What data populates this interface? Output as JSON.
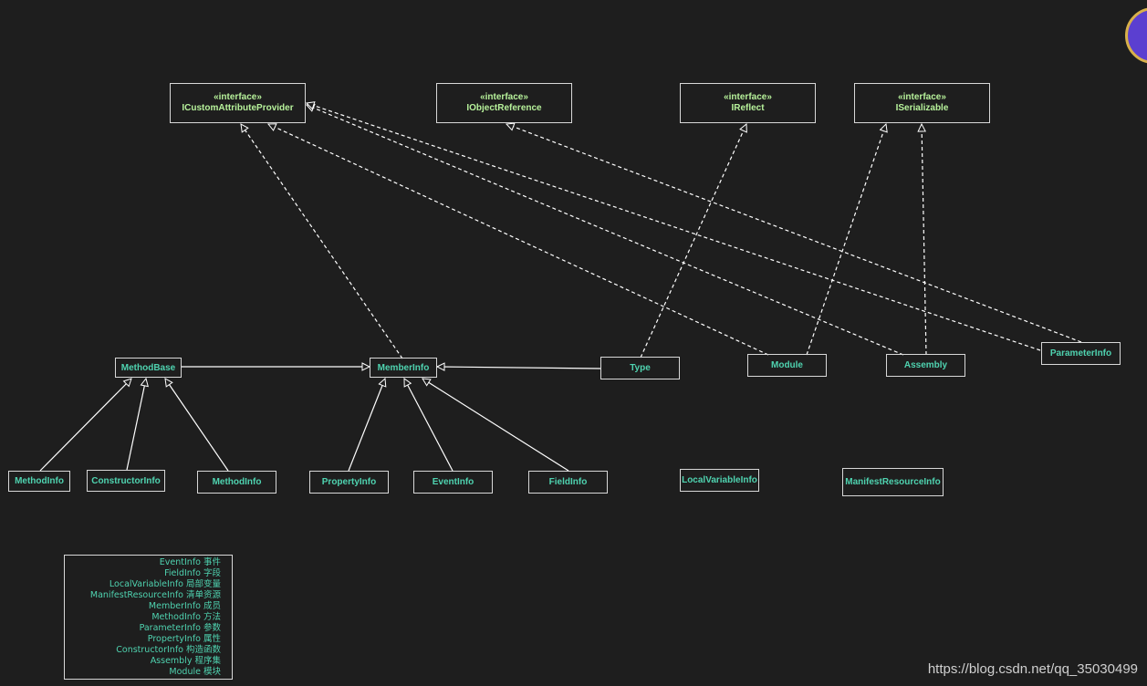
{
  "interfaces": {
    "stereotype": "«interface»",
    "icustom": "ICustomAttributeProvider",
    "iobject": "IObjectReference",
    "ireflect": "IReflect",
    "iserializable": "ISerializable"
  },
  "classes": {
    "methodbase": "MethodBase",
    "memberinfo": "MemberInfo",
    "type": "Type",
    "module": "Module",
    "assembly": "Assembly",
    "parameterinfo": "ParameterInfo",
    "methodinfo1": "MethodInfo",
    "constructorinfo": "ConstructorInfo",
    "methodinfo2": "MethodInfo",
    "propertyinfo": "PropertyInfo",
    "eventinfo": "EventInfo",
    "fieldinfo": "FieldInfo",
    "localvariableinfo": "LocalVariableInfo",
    "manifestresourceinfo": "ManifestResourceInfo"
  },
  "legend": [
    "EventInfo 事件",
    "FieldInfo 字段",
    "LocalVariableInfo 局部变量",
    "ManifestResourceInfo 清单资源",
    "MemberInfo 成员",
    "MethodInfo 方法",
    "ParameterInfo 参数",
    "PropertyInfo 属性",
    "ConstructorInfo 构造函数",
    "Assembly 程序集",
    "Module 模块"
  ],
  "watermark": "https://blog.csdn.net/qq_35030499",
  "colors": {
    "background": "#1e1e1e",
    "class_text": "#4fd3b0",
    "interface_text": "#b7f29b",
    "line": "#ffffff"
  }
}
